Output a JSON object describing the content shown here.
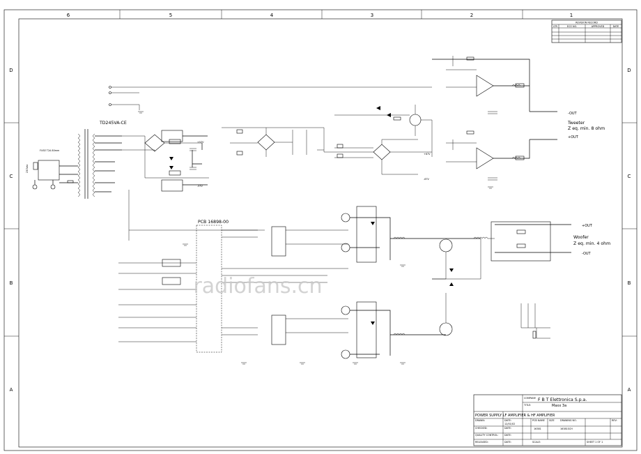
{
  "zones": {
    "columns": [
      "6",
      "5",
      "4",
      "3",
      "2",
      "1"
    ],
    "rows": [
      "D",
      "C",
      "B",
      "A"
    ]
  },
  "revision": {
    "title": "REVISION RECORD",
    "headers": [
      "LTR",
      "ECO NO.",
      "APPROVED",
      "DATE"
    ]
  },
  "labels": {
    "transformer": "TD245VA-CE",
    "pcb": "PCB 16898-00",
    "tweeter": "Tweeter",
    "tweeter_z": "Z eq. min. 8 ohm",
    "woofer": "Woofer",
    "woofer_z": "Z eq. min. 4 ohm",
    "out_minus": "-OUT",
    "out_plus": "+OUT",
    "fuse": "FUSE T2A 80mm",
    "mains": "230Vac",
    "pos57": "+57V",
    "neg57": "-57V",
    "hf_supply_pos": "+67V",
    "hf_supply_neg": "-67V",
    "watermark": "radiofans.cn"
  },
  "title_block": {
    "company_label": "COMPANY:",
    "company": "F B T Elettronica S.p.a.",
    "title_label": "TITLE:",
    "model": "Maxx 3a",
    "subtitle": "POWER SUPPLY LF AMPLIFIER & HF AMPLIFIER",
    "drawn_label": "DRAWN:",
    "date_label": "DATE:",
    "date": "12/01/02",
    "checked_label": "CHECKED:",
    "quality_label": "QUALITY CONTROL:",
    "released_label": "RELEASED:",
    "pcb_name_label": "PCB NAME",
    "pcb_name": "16381",
    "size_label": "SIZE",
    "drawing_no_label": "DRAWING NO.",
    "drawing_no": "16381SCH",
    "rev_label": "REV:",
    "scale_label": "SCALE:",
    "sheet_label": "SHEET 1 OF 1"
  }
}
